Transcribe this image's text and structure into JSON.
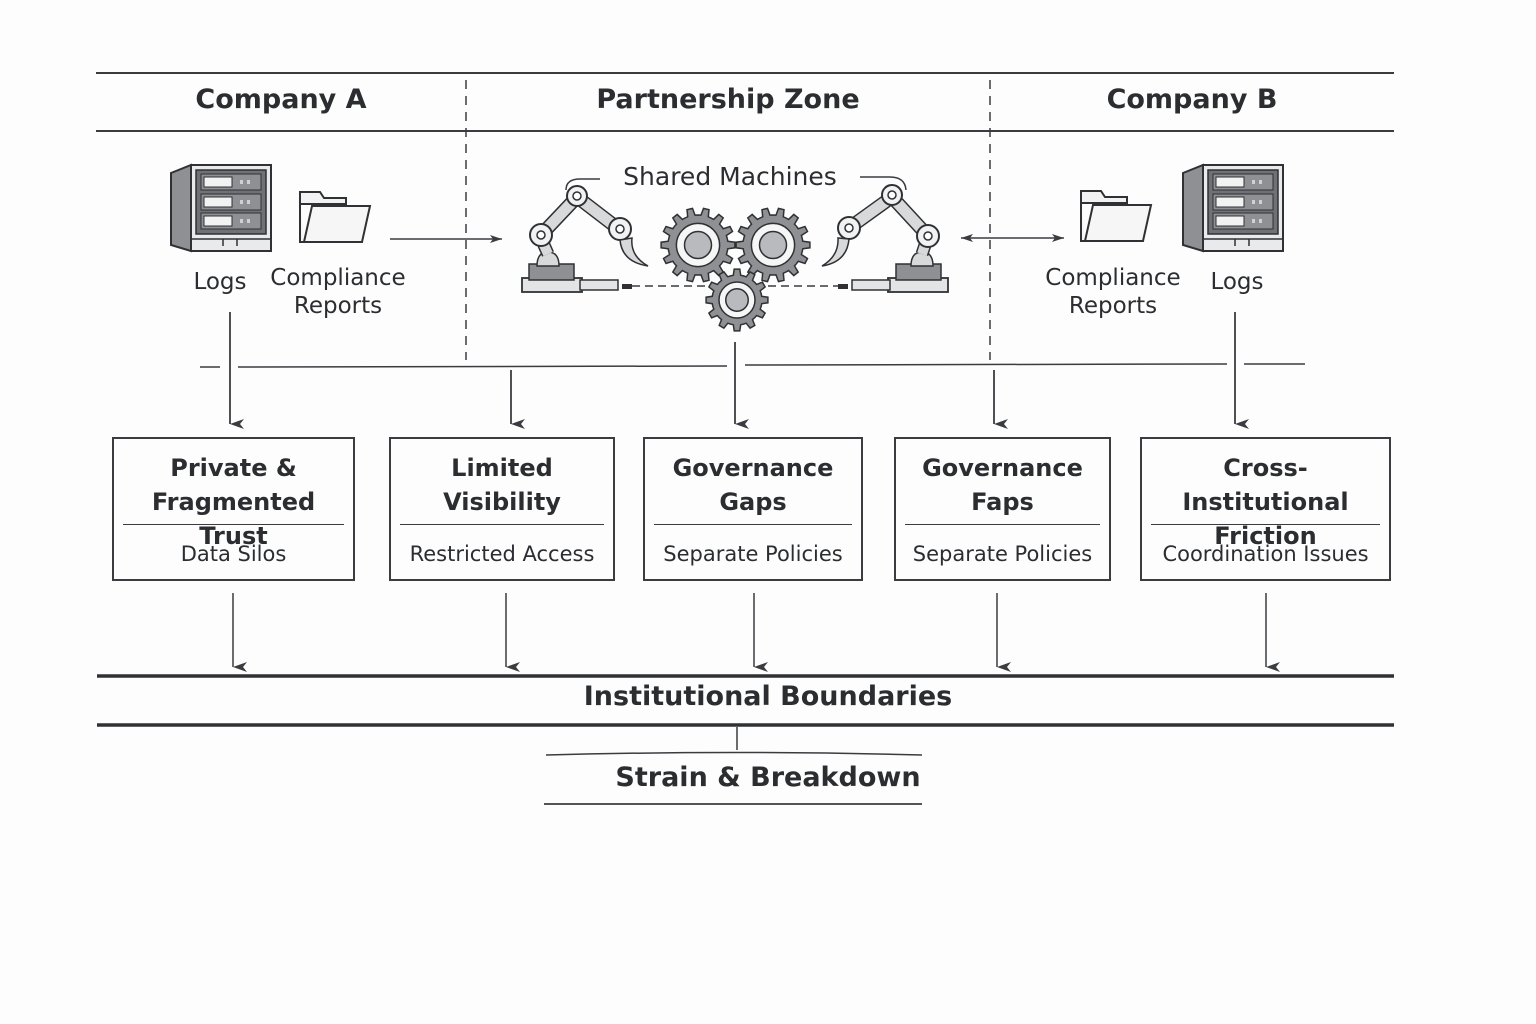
{
  "columns": {
    "left": "Company A",
    "center": "Partnership Zone",
    "right": "Company B"
  },
  "company_a": {
    "logs_label": "Logs",
    "compliance_label_line1": "Compliance",
    "compliance_label_line2": "Reports"
  },
  "partnership": {
    "shared_label": "Shared Machines"
  },
  "company_b": {
    "logs_label": "Logs",
    "compliance_label_line1": "Compliance",
    "compliance_label_line2": "Reports"
  },
  "issues": [
    {
      "title_line1": "Private &",
      "title_line2": "Fragmented Trust",
      "subtitle": "Data Silos"
    },
    {
      "title_line1": "Limited",
      "title_line2": "Visibility",
      "subtitle": "Restricted Access"
    },
    {
      "title_line1": "Governance",
      "title_line2": "Gaps",
      "subtitle": "Separate Policies"
    },
    {
      "title_line1": "Governance",
      "title_line2": "Faps",
      "subtitle": "Separate Policies"
    },
    {
      "title_line1": "Cross-Institutional",
      "title_line2": "Friction",
      "subtitle": "Coordination Issues"
    }
  ],
  "boundary_label": "Institutional Boundaries",
  "outcome_label": "Strain & Breakdown",
  "colors": {
    "ink": "#2b2d30",
    "gear_fill": "#8e9094",
    "arm_fill": "#d8d9db",
    "server_body": "#6f7176",
    "background": "#fdfdfd"
  }
}
